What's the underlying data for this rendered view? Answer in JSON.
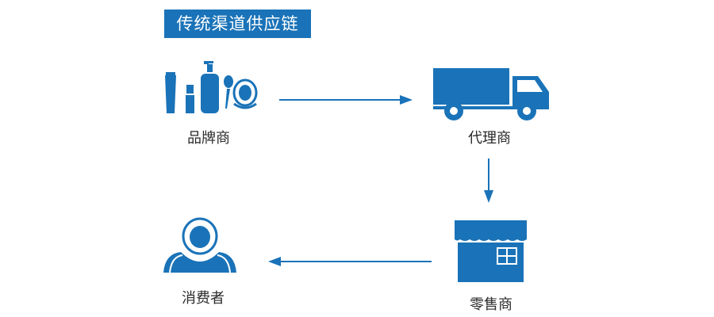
{
  "title": "传统渠道供应链",
  "nodes": {
    "brand": {
      "label": "品牌商",
      "icon": "cosmetics-icon"
    },
    "agent": {
      "label": "代理商",
      "icon": "truck-icon"
    },
    "retailer": {
      "label": "零售商",
      "icon": "store-icon"
    },
    "consumer": {
      "label": "消费者",
      "icon": "person-icon"
    }
  },
  "colors": {
    "primary": "#1a73b8",
    "text": "#2a2a2a",
    "background": "#ffffff"
  }
}
